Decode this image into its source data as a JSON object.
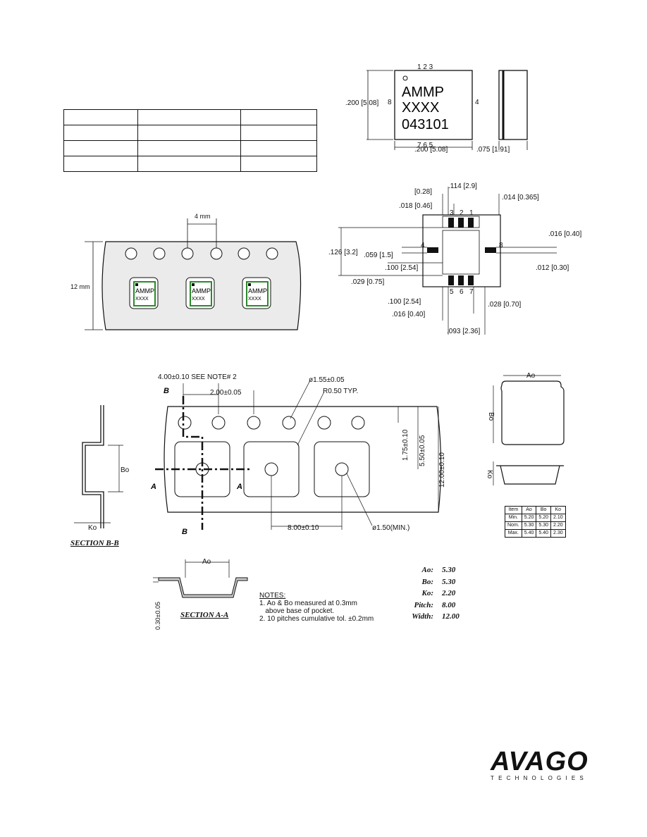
{
  "package_top": {
    "pins_top": "1  2  3",
    "pins_bottom": "7  6  5",
    "pin_left": "8",
    "pin_right": "4",
    "marking_line1": "AMMP",
    "marking_line2": "XXXX",
    "marking_line3": "043101",
    "dim_height": ".200 [5.08]",
    "dim_width": ".200 [5.08]",
    "dim_side_thickness": ".075 [1.91]"
  },
  "footprint": {
    "d_028": "[0.28]",
    "d_114": ".114 [2.9]",
    "d_014": ".014 [0.365]",
    "d_018": ".018 [0.46]",
    "d_016r": ".016 [0.40]",
    "d_126": ".126 [3.2]",
    "d_059": ".059 [1.5]",
    "d_100a": ".100 [2.54]",
    "d_012": ".012 [0.30]",
    "d_029": ".029 [0.75]",
    "d_100b": ".100 [2.54]",
    "d_016": ".016 [0.40]",
    "d_028b": ".028 [0.70]",
    "d_093": ".093 [2.36]",
    "pin_3": "3",
    "pin_2": "2",
    "pin_1": "1",
    "pin_4": "4",
    "pin_8": "8",
    "pin_5": "5",
    "pin_6": "6",
    "pin_7": "7"
  },
  "tape_illustration": {
    "pitch_label": "4 mm",
    "width_label": "12 mm",
    "part_marking1": "AMMP",
    "part_marking2": "XXXX"
  },
  "carrier_tape": {
    "note_pitch": "4.00±0.10 SEE NOTE# 2",
    "hole_pitch": "2.00±0.05",
    "hole_dia": "ø1.55±0.05",
    "radius": "R0.50 TYP.",
    "d_175": "1.75±0.10",
    "d_550": "5.50±0.05",
    "d_1200": "12.00±0.10",
    "pocket_pitch": "8.00±0.10",
    "pocket_hole": "ø1.50(MIN.)",
    "section_b_marker": "B",
    "section_a_marker": "A"
  },
  "section_bb": {
    "label": "SECTION B-B",
    "bo": "Bo",
    "ko": "Ko"
  },
  "section_aa": {
    "label": "SECTION A-A",
    "ao": "Ao",
    "thickness": "0.30±0.05"
  },
  "pocket_views": {
    "ao": "Ao",
    "bo": "Bo",
    "ko": "Ko"
  },
  "tolerance_table": {
    "header": [
      "Item",
      "Ao",
      "Bo",
      "Ko"
    ],
    "rows": [
      [
        "Min.",
        "5.20",
        "5.20",
        "2.10"
      ],
      [
        "Nom.",
        "5.30",
        "5.30",
        "2.20"
      ],
      [
        "Max.",
        "5.40",
        "5.40",
        "2.30"
      ]
    ]
  },
  "specs": [
    {
      "key": "Ao:",
      "value": "5.30"
    },
    {
      "key": "Bo:",
      "value": "5.30"
    },
    {
      "key": "Ko:",
      "value": "2.20"
    },
    {
      "key": "Pitch:",
      "value": "8.00"
    },
    {
      "key": "Width:",
      "value": "12.00"
    }
  ],
  "notes": {
    "title": "NOTES:",
    "line1": "1. Ao & Bo measured at 0.3mm",
    "line2": "   above base of pocket.",
    "line3": "2. 10 pitches cumulative tol. ±0.2mm"
  },
  "logo": {
    "brand": "AVAGO",
    "tagline": "TECHNOLOGIES"
  }
}
